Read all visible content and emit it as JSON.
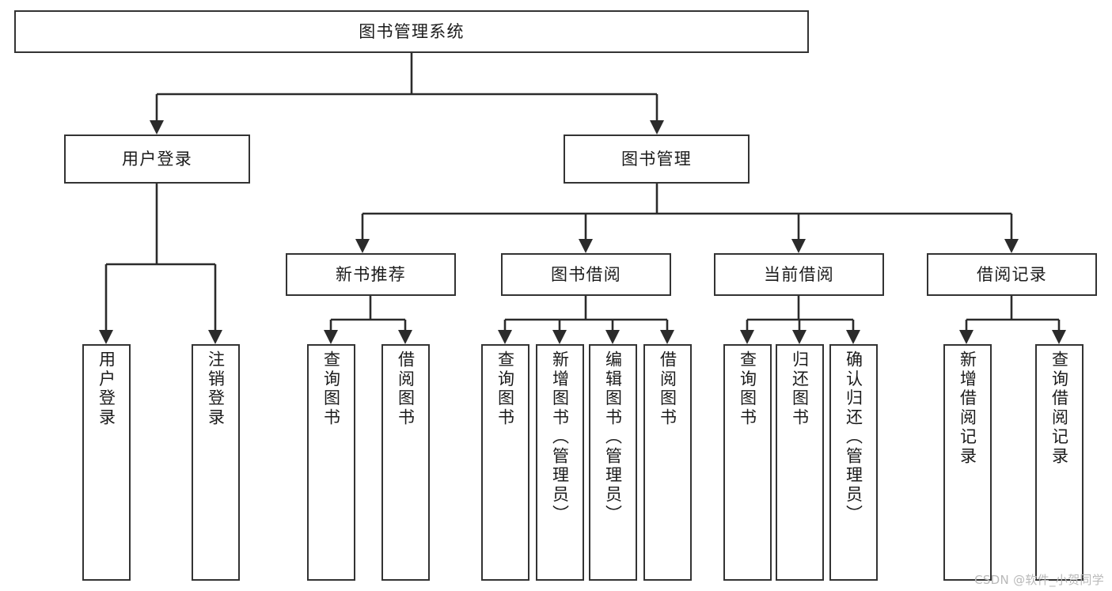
{
  "diagram": {
    "type": "tree",
    "title": "图书管理系统",
    "orientation": "top-down",
    "colors": {
      "box_border": "#333333",
      "box_fill": "#ffffff",
      "connector": "#2b2b2b",
      "background": "#ffffff",
      "watermark": "#b9b9b9"
    }
  },
  "nodes": {
    "root": {
      "label": "图书管理系统"
    },
    "level2": [
      {
        "label": "用户登录"
      },
      {
        "label": "图书管理"
      }
    ],
    "level3": [
      {
        "label": "新书推荐"
      },
      {
        "label": "图书借阅"
      },
      {
        "label": "当前借阅"
      },
      {
        "label": "借阅记录"
      }
    ],
    "leaves": {
      "user_login": [
        {
          "label": "用户登录"
        },
        {
          "label": "注销登录"
        }
      ],
      "new_book_recommend": [
        {
          "label": "查询图书"
        },
        {
          "label": "借阅图书"
        }
      ],
      "book_borrow": [
        {
          "label": "查询图书"
        },
        {
          "label": "新增图书（管理员）"
        },
        {
          "label": "编辑图书（管理员）"
        },
        {
          "label": "借阅图书"
        }
      ],
      "current_borrow": [
        {
          "label": "查询图书"
        },
        {
          "label": "归还图书"
        },
        {
          "label": "确认归还（管理员）"
        }
      ],
      "borrow_record": [
        {
          "label": "新增借阅记录"
        },
        {
          "label": "查询借阅记录"
        }
      ]
    }
  },
  "watermark": {
    "text": "CSDN @软件_小贺同学"
  }
}
